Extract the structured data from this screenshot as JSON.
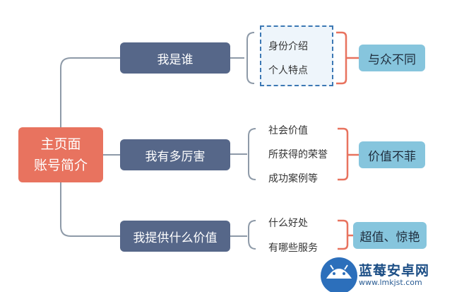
{
  "root": {
    "line1": "主页面",
    "line2": "账号简介"
  },
  "branches": [
    {
      "label": "我是谁",
      "items": [
        "身份介绍",
        "个人特点"
      ],
      "summary": "与众不同"
    },
    {
      "label": "我有多厉害",
      "items": [
        "社会价值",
        "所获得的荣誉",
        "成功案例等"
      ],
      "summary": "价值不菲"
    },
    {
      "label": "我提供什么价值",
      "items": [
        "什么好处",
        "有哪些服务"
      ],
      "summary": "超值、惊艳"
    }
  ],
  "watermark": {
    "title": "蓝莓安卓网",
    "url": "www.lmkjst.com"
  },
  "colors": {
    "root": "#e8735f",
    "branch": "#566789",
    "summary": "#86c5dd",
    "connector": "#8e9aa8",
    "bracket": "#e8735f",
    "dashed": "#3c78b4"
  }
}
